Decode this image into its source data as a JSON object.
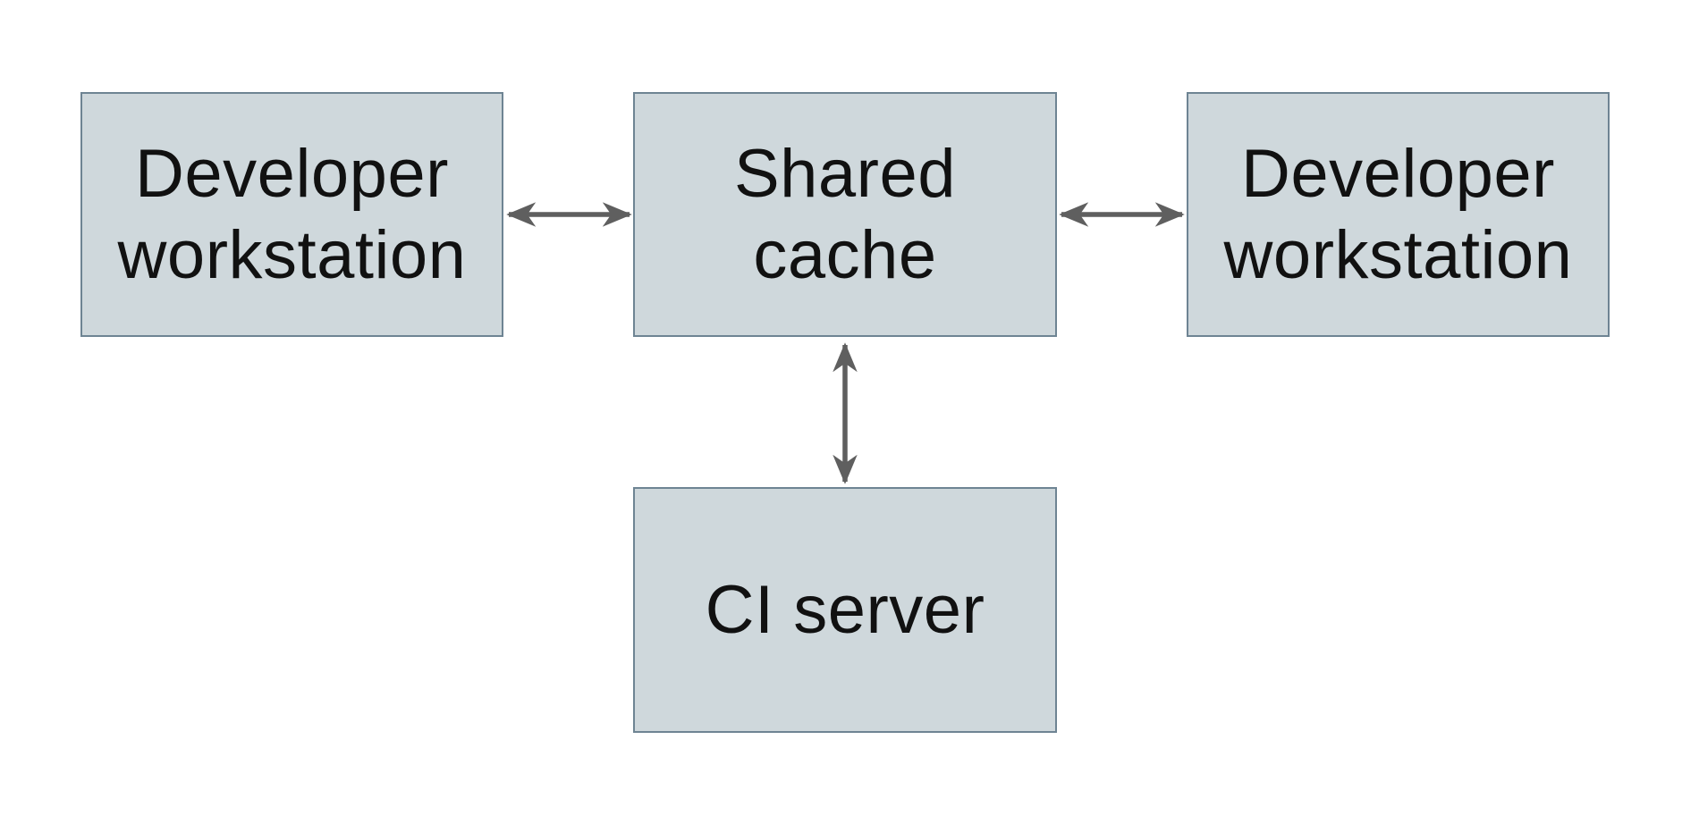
{
  "diagram": {
    "nodes": [
      {
        "id": "developer-workstation-left",
        "label": "Developer\nworkstation"
      },
      {
        "id": "shared-cache",
        "label": "Shared\ncache"
      },
      {
        "id": "developer-workstation-right",
        "label": "Developer\nworkstation"
      },
      {
        "id": "ci-server",
        "label": "CI server"
      }
    ],
    "edges": [
      {
        "from": "developer-workstation-left",
        "to": "shared-cache",
        "direction": "bidirectional"
      },
      {
        "from": "developer-workstation-right",
        "to": "shared-cache",
        "direction": "bidirectional"
      },
      {
        "from": "ci-server",
        "to": "shared-cache",
        "direction": "bidirectional"
      }
    ],
    "colors": {
      "node_fill": "#cfd8dc",
      "node_border": "#6e8493",
      "arrow": "#5f5f5f",
      "text": "#111111",
      "background": "#ffffff"
    }
  }
}
